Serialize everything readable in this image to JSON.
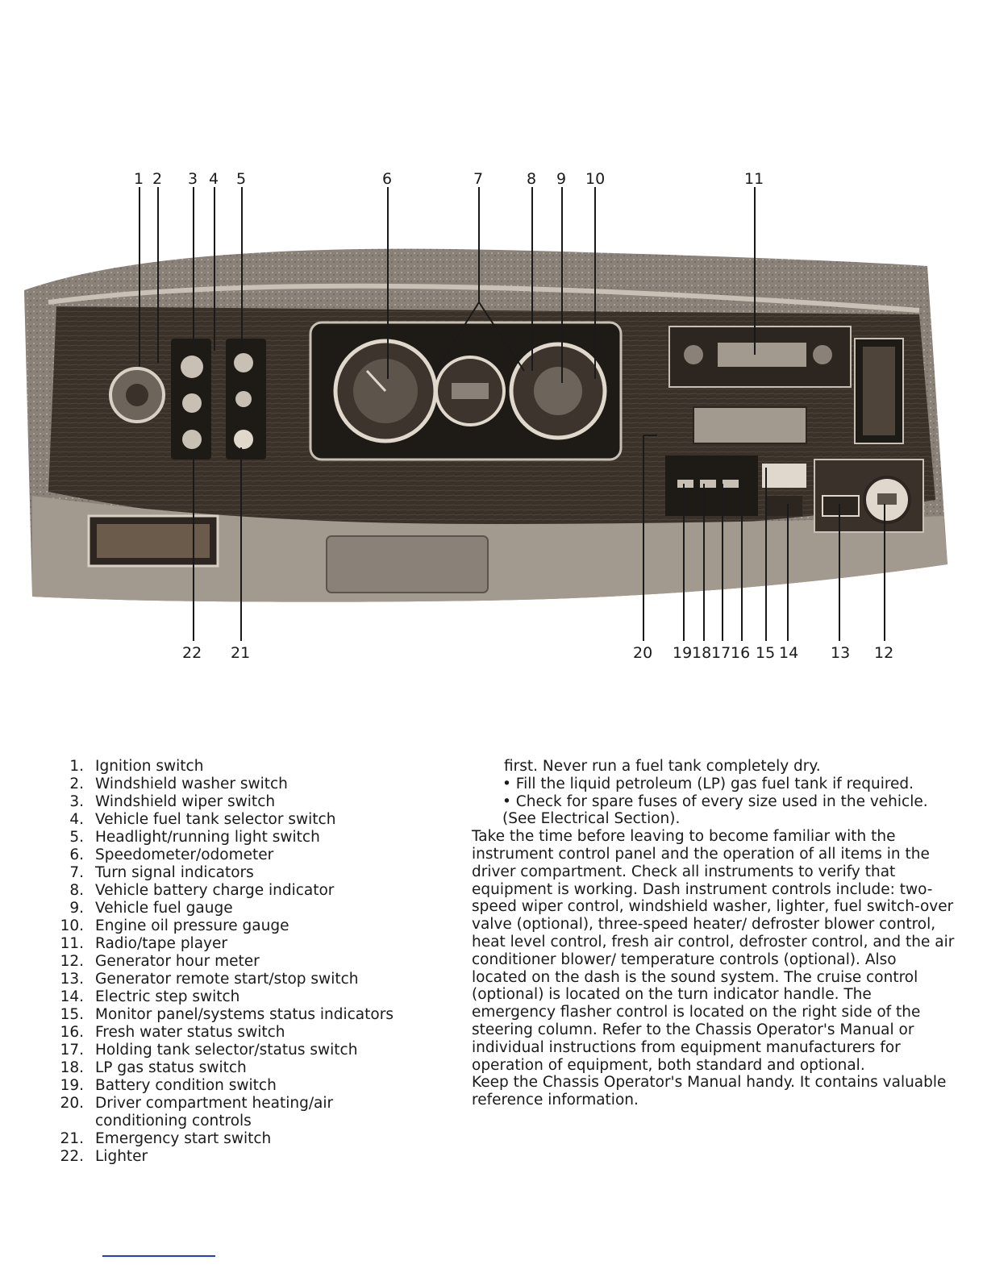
{
  "figure": {
    "callouts_top": [
      "1",
      "2",
      "3",
      "4",
      "5",
      "6",
      "7",
      "8",
      "9",
      "10",
      "11"
    ],
    "callouts_bottom": [
      "22",
      "21",
      "20",
      "19",
      "18",
      "17",
      "16",
      "15",
      "14",
      "13",
      "12"
    ]
  },
  "legend": [
    {
      "num": "1.",
      "text": "Ignition switch"
    },
    {
      "num": "2.",
      "text": "Windshield washer switch"
    },
    {
      "num": "3.",
      "text": "Windshield wiper switch"
    },
    {
      "num": "4.",
      "text": "Vehicle fuel tank selector switch"
    },
    {
      "num": "5.",
      "text": "Headlight/running light switch"
    },
    {
      "num": "6.",
      "text": "Speedometer/odometer"
    },
    {
      "num": "7.",
      "text": "Turn signal indicators"
    },
    {
      "num": "8.",
      "text": "Vehicle battery charge indicator"
    },
    {
      "num": "9.",
      "text": "Vehicle fuel gauge"
    },
    {
      "num": "10.",
      "text": "Engine oil pressure gauge"
    },
    {
      "num": "11.",
      "text": "Radio/tape player"
    },
    {
      "num": "12.",
      "text": "Generator hour meter"
    },
    {
      "num": "13.",
      "text": "Generator remote start/stop switch"
    },
    {
      "num": "14.",
      "text": "Electric step switch"
    },
    {
      "num": "15.",
      "text": "Monitor panel/systems status indicators"
    },
    {
      "num": "16.",
      "text": "Fresh water status switch"
    },
    {
      "num": "17.",
      "text": "Holding tank selector/status switch"
    },
    {
      "num": "18.",
      "text": "LP gas status switch"
    },
    {
      "num": "19.",
      "text": "Battery condition switch"
    },
    {
      "num": "20.",
      "text": "Driver compartment heating/air conditioning controls"
    },
    {
      "num": "21.",
      "text": "Emergency start switch"
    },
    {
      "num": "22.",
      "text": "Lighter"
    }
  ],
  "right_column": {
    "continued": "first. Never run a fuel tank completely dry.",
    "bullets": [
      "Fill the liquid petroleum (LP) gas fuel tank if required.",
      "Check for spare fuses of every size used in the vehicle. (See Electrical Section)."
    ],
    "paragraph1": "Take the time before leaving to become familiar with the instrument control panel and the operation of all items in the driver compartment. Check all instruments to verify that equipment is working. Dash instrument controls include: two-speed wiper control, windshield washer, lighter, fuel switch-over valve (optional), three-speed heater/ defroster blower control, heat level control, fresh air control, defroster control, and the air conditioner blower/ temperature controls (optional). Also located on the dash is the sound system. The cruise control (optional) is located on the turn indicator handle. The emergency flasher control is located on the right side of the steering column. Refer to the Chassis Operator's Manual or individual instructions from equipment manufacturers for operation of equipment, both standard and optional.",
    "paragraph2": "Keep the Chassis Operator's Manual handy. It contains valuable reference information."
  },
  "colors": {
    "ink": "#1a1a1a",
    "dash_dark": "#2b2620",
    "dash_mid": "#7a7168",
    "footer_rule": "#2040c0"
  }
}
